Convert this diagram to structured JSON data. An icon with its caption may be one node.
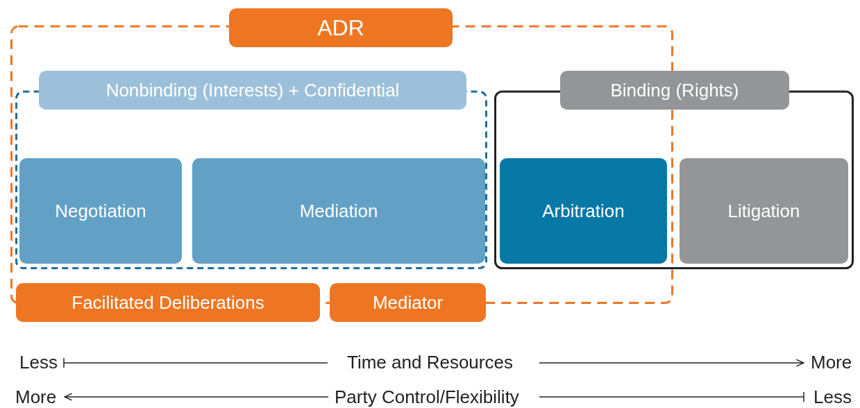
{
  "diagram": {
    "nodes": [
      {
        "text": [
          "ADR"
        ]
      },
      {
        "text": [
          "Nonbinding (Interests) + Confidential"
        ],
        "in": 0
      },
      {
        "text": [
          "Negotiation"
        ],
        "in": 1
      },
      {
        "text": [
          "Mediation"
        ],
        "in": 1
      },
      {
        "text": [
          "Binding (Rights)"
        ]
      },
      {
        "text": [
          "Arbitration"
        ]
      },
      {
        "text": [
          "Litigation"
        ],
        "in": 4
      },
      {
        "text": [
          "Facilitated Deliberations"
        ]
      },
      {
        "text": [
          "Mediator"
        ]
      }
    ],
    "edges": [],
    "labels": [
      "Less",
      "Time and Resources",
      "More",
      "More",
      "Party Control/Flexibility",
      "Less"
    ]
  }
}
